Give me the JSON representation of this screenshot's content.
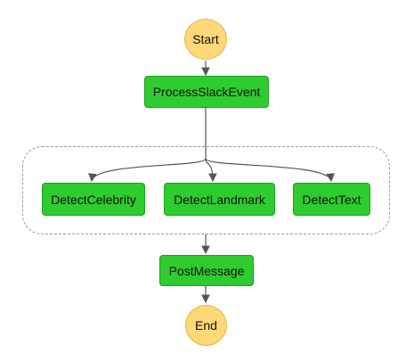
{
  "workflow": {
    "start": {
      "label": "Start"
    },
    "process": {
      "label": "ProcessSlackEvent"
    },
    "branches": [
      {
        "label": "DetectCelebrity"
      },
      {
        "label": "DetectLandmark"
      },
      {
        "label": "DetectText"
      }
    ],
    "post": {
      "label": "PostMessage"
    },
    "end": {
      "label": "End"
    }
  },
  "colors": {
    "task_fill": "#2ecc2e",
    "task_border": "#1e9e1e",
    "terminal_fill": "#fdd877",
    "terminal_border": "#e0b84e",
    "edge": "#555555",
    "parallel_border": "#9a9a9a"
  }
}
